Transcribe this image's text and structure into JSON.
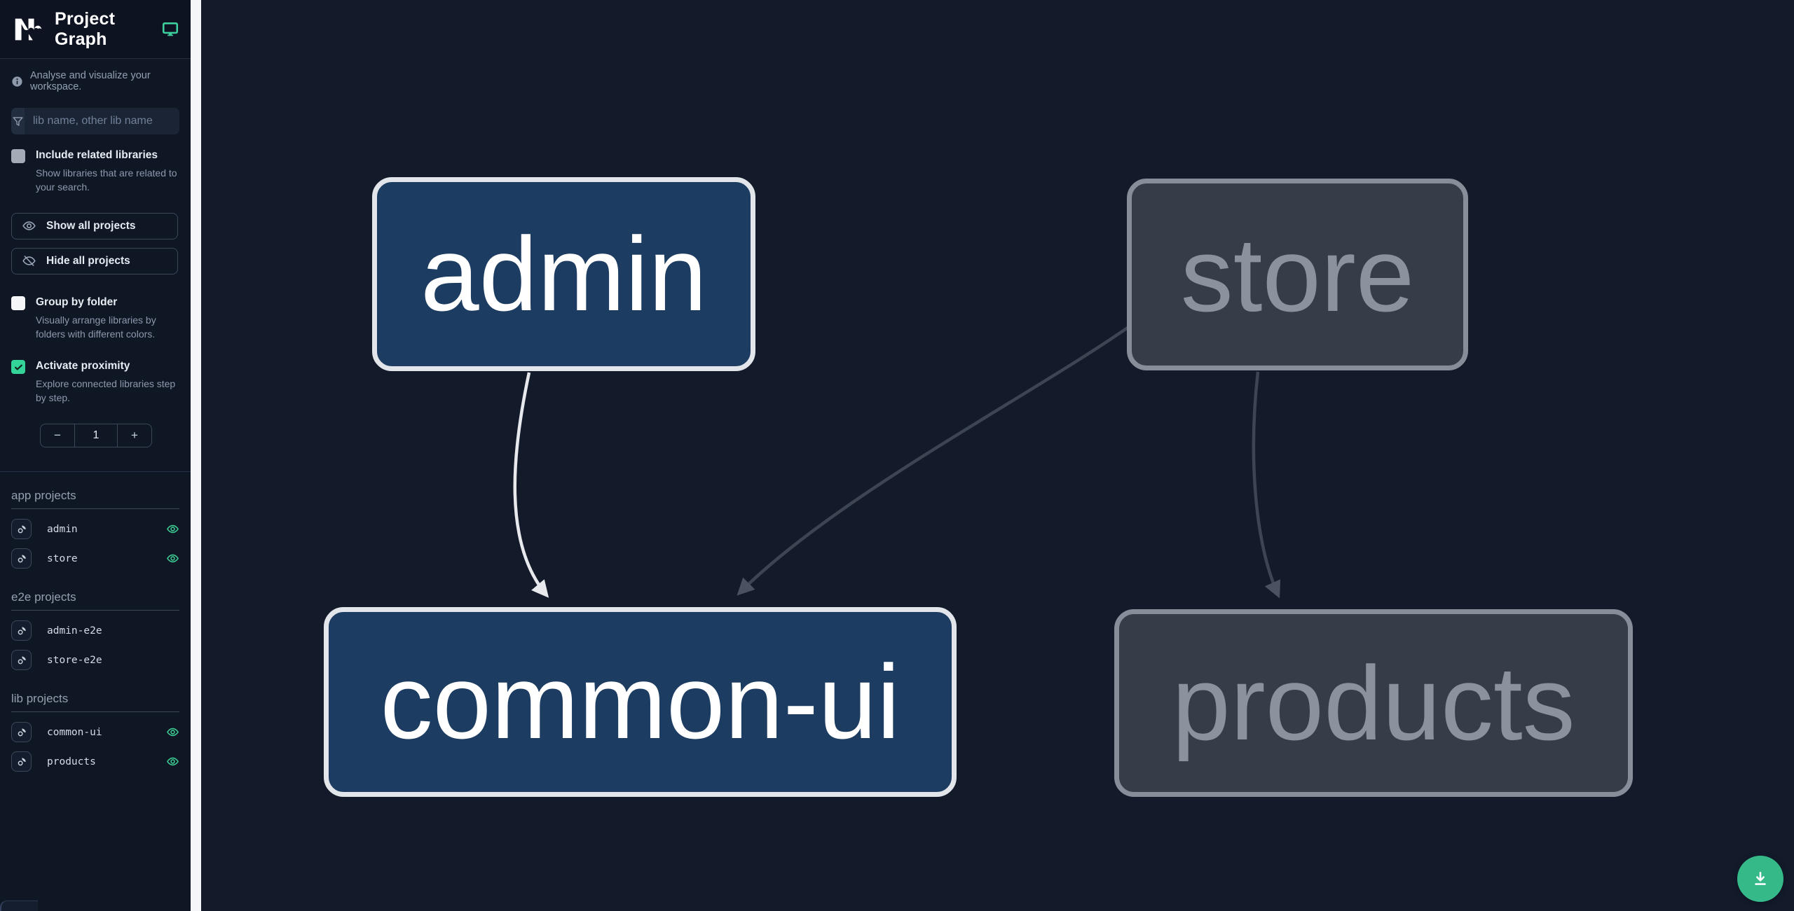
{
  "app": {
    "title": "Project Graph"
  },
  "sidebar": {
    "tagline": "Analyse and visualize your workspace.",
    "search": {
      "placeholder": "lib name, other lib name"
    },
    "include_related": {
      "label": "Include related libraries",
      "description": "Show libraries that are related to your search.",
      "checked": false
    },
    "show_all": {
      "label": "Show all projects"
    },
    "hide_all": {
      "label": "Hide all projects"
    },
    "group_by_folder": {
      "label": "Group by folder",
      "description": "Visually arrange libraries by folders with different colors.",
      "checked": false
    },
    "activate_proximity": {
      "label": "Activate proximity",
      "description": "Explore connected libraries step by step.",
      "checked": true,
      "decrement": "−",
      "value": "1",
      "increment": "+"
    },
    "sections": [
      {
        "title": "app projects",
        "items": [
          {
            "name": "admin",
            "visible": true
          },
          {
            "name": "store",
            "visible": true
          }
        ]
      },
      {
        "title": "e2e projects",
        "items": [
          {
            "name": "admin-e2e",
            "visible": false
          },
          {
            "name": "store-e2e",
            "visible": false
          }
        ]
      },
      {
        "title": "lib projects",
        "items": [
          {
            "name": "common-ui",
            "visible": true
          },
          {
            "name": "products",
            "visible": true
          }
        ]
      }
    ]
  },
  "graph": {
    "nodes": [
      {
        "id": "admin",
        "label": "admin",
        "state": "focused"
      },
      {
        "id": "store",
        "label": "store",
        "state": "unfocused"
      },
      {
        "id": "common-ui",
        "label": "common-ui",
        "state": "focused"
      },
      {
        "id": "products",
        "label": "products",
        "state": "unfocused"
      }
    ],
    "edges": [
      {
        "source": "admin",
        "target": "common-ui",
        "state": "focused"
      },
      {
        "source": "store",
        "target": "common-ui",
        "state": "unfocused"
      },
      {
        "source": "store",
        "target": "products",
        "state": "unfocused"
      }
    ]
  },
  "fab": {
    "icon": "download-icon"
  },
  "colors": {
    "sidebar_bg": "#0f1725",
    "canvas_bg": "#131b2b",
    "accent_teal": "#3ecf9e",
    "checkbox_checked": "#34d399",
    "focused_node_fill": "#1c3c61",
    "focused_node_border": "#e2e6eb",
    "unfocused_node_fill": "#363d49",
    "unfocused_node_border": "#868e99",
    "edge_focused": "#e7e9ed",
    "edge_unfocused": "#3d4553",
    "fab_background": "#35b989"
  }
}
